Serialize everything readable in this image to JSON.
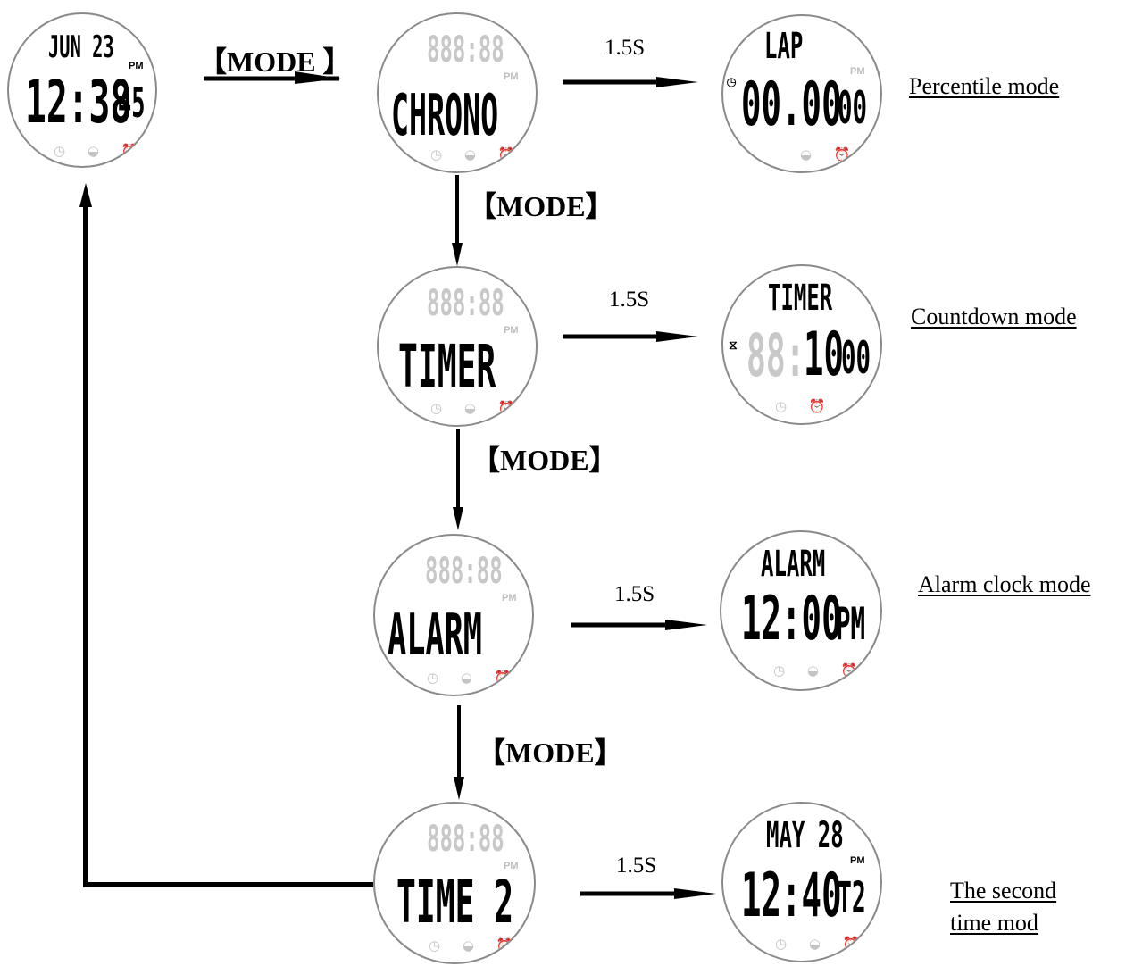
{
  "labels": {
    "mode_top": "【MODE 】",
    "mode": "【MODE】",
    "hold_time": "1.5S"
  },
  "captions": {
    "percentile": "Percentile mode",
    "countdown": "Countdown mode",
    "alarm": "Alarm clock mode",
    "second_time_line1": "The second",
    "second_time_line2": "time mod"
  },
  "screens": {
    "time": {
      "top": "JUN 23",
      "main": "12:38",
      "sec": "45",
      "ind": "PM"
    },
    "chrono_menu": {
      "ghost": "888:88",
      "main": "CHRONO",
      "ind": "PM"
    },
    "chrono": {
      "top": "LAP",
      "main": "00.00",
      "sec": "00",
      "ind": "PM"
    },
    "timer_menu": {
      "ghost": "888:88",
      "main": "TIMER",
      "ind": "PM"
    },
    "timer": {
      "top": "TIMER",
      "ghost": "88:",
      "main": "10",
      "sec": "00"
    },
    "alarm_menu": {
      "ghost": "888:88",
      "main": "ALARM",
      "ind": "PM"
    },
    "alarm": {
      "top": "ALARM",
      "main": "12:00",
      "sec": "PM"
    },
    "time2_menu": {
      "ghost": "888:88",
      "main": "TIME 2",
      "ind": "PM"
    },
    "time2": {
      "top": "MAY 28",
      "main": "12:40",
      "sec": "T2",
      "ind": "PM"
    }
  },
  "icons": {
    "stopwatch": "stopwatch-icon",
    "timer": "countdown-icon",
    "alarm": "alarm-icon",
    "hourglass": "hourglass-icon"
  }
}
